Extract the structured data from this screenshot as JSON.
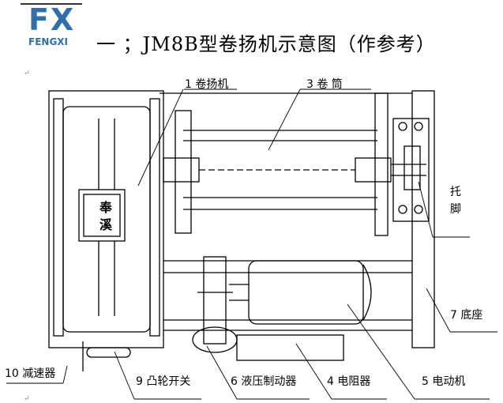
{
  "logo": {
    "mark": "FX",
    "name": "FENGXI"
  },
  "title": "一 ；JM8B型卷扬机示意图（作参考）",
  "gearbox_stamp": [
    "奉",
    "溪"
  ],
  "labels": {
    "winch": "1 卷扬机",
    "drum": "3 卷  筒",
    "bracket_1": "托",
    "bracket_2": "脚",
    "base": "7 底座",
    "reducer": "10  减速器",
    "cam_switch": "9  凸轮开关",
    "brake": "6 液压制动器",
    "resistor": "4  电阻器",
    "motor": "5 电动机"
  },
  "paragraph_mark": "↵"
}
